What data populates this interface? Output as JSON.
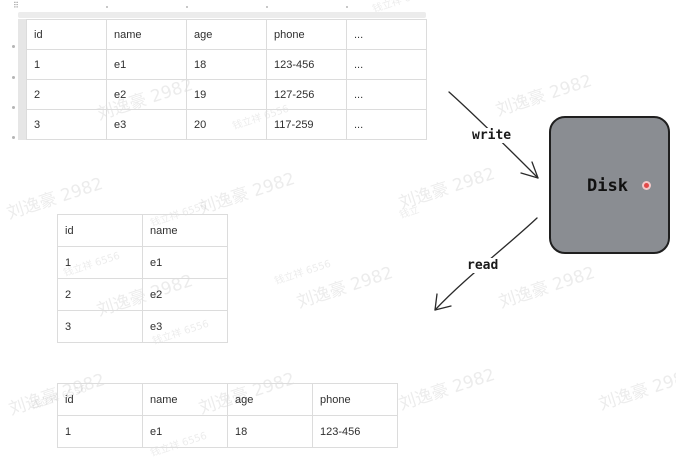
{
  "main_table": {
    "header": [
      "id",
      "name",
      "age",
      "phone",
      "..."
    ],
    "rows": [
      [
        "1",
        "e1",
        "18",
        "123-456",
        "..."
      ],
      [
        "2",
        "e2",
        "19",
        "127-256",
        "..."
      ],
      [
        "3",
        "e3",
        "20",
        "117-259",
        "..."
      ]
    ]
  },
  "left_table": {
    "header": [
      "id",
      "name"
    ],
    "rows": [
      [
        "1",
        "e1"
      ],
      [
        "2",
        "e2"
      ],
      [
        "3",
        "e3"
      ]
    ]
  },
  "bottom_table": {
    "header": [
      "id",
      "name",
      "age",
      "phone"
    ],
    "rows": [
      [
        "1",
        "e1",
        "18",
        "123-456"
      ]
    ]
  },
  "labels": {
    "write": "write",
    "read": "read"
  },
  "disk": {
    "label": "Disk",
    "fill_color": "#8a8d92",
    "border_color": "#1f1f1f"
  },
  "cursor_color": "#e24848",
  "watermarks": {
    "name": "刘逸豪 2982",
    "small": "钱立祥 6556",
    "fragment": "钱立"
  }
}
